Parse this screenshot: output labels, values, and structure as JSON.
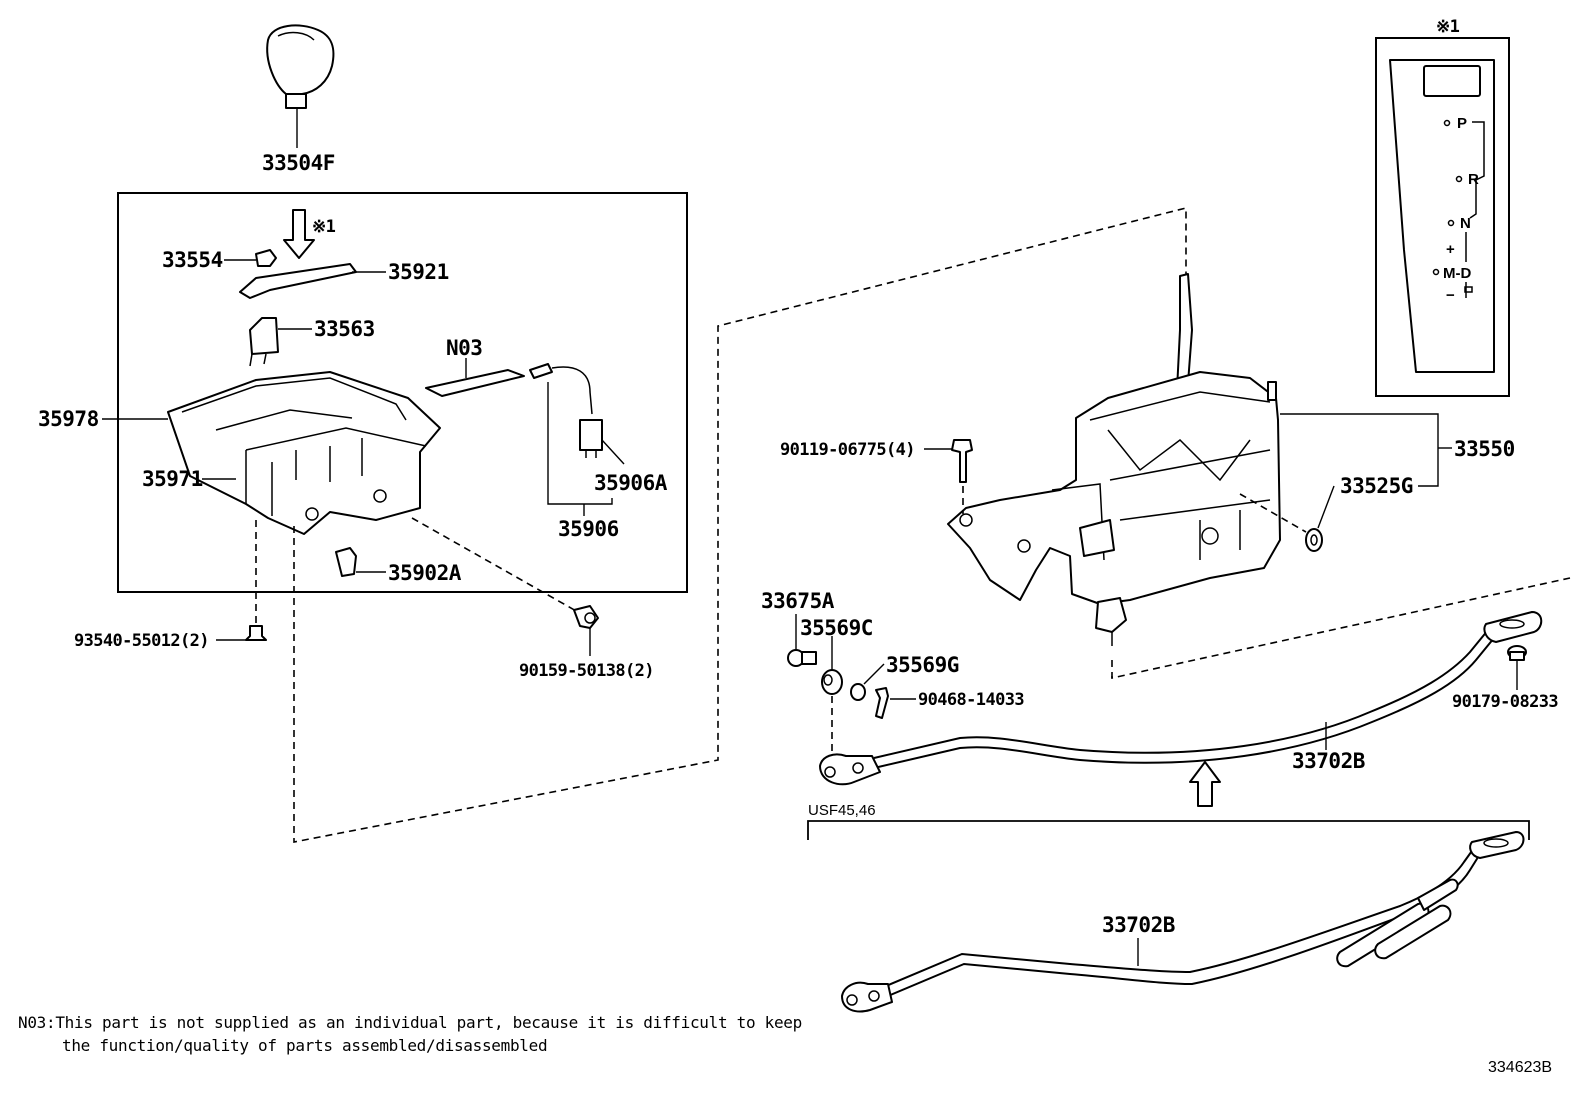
{
  "labels": {
    "p33504F": "33504F",
    "p33554": "33554",
    "p35921": "35921",
    "p33563": "33563",
    "pN03": "N03",
    "p35978": "35978",
    "p35971": "35971",
    "p35906A": "35906A",
    "p35906": "35906",
    "p35902A": "35902A",
    "p93540": "93540-55012(2)",
    "p90159": "90159-50138(2)",
    "p90119": "90119-06775(4)",
    "p33550": "33550",
    "p33525G": "33525G",
    "p33675A": "33675A",
    "p35569C": "35569C",
    "p35569G": "35569G",
    "p90468": "90468-14033",
    "p90179": "90179-08233",
    "p33702B_upper": "33702B",
    "p33702B_lower": "33702B",
    "variant_usf": "USF45,46",
    "ref_mark_1": "※1",
    "ref_mark_top": "※1"
  },
  "indicator": {
    "P": "P",
    "R": "R",
    "N": "N",
    "MD": "M-D",
    "plus": "+",
    "minus": "−"
  },
  "note": {
    "line1": "N03:This part is not supplied as an individual part, because it is difficult to keep",
    "line2": "the function/quality of parts assembled/disassembled"
  },
  "diagram_id": "334623B"
}
